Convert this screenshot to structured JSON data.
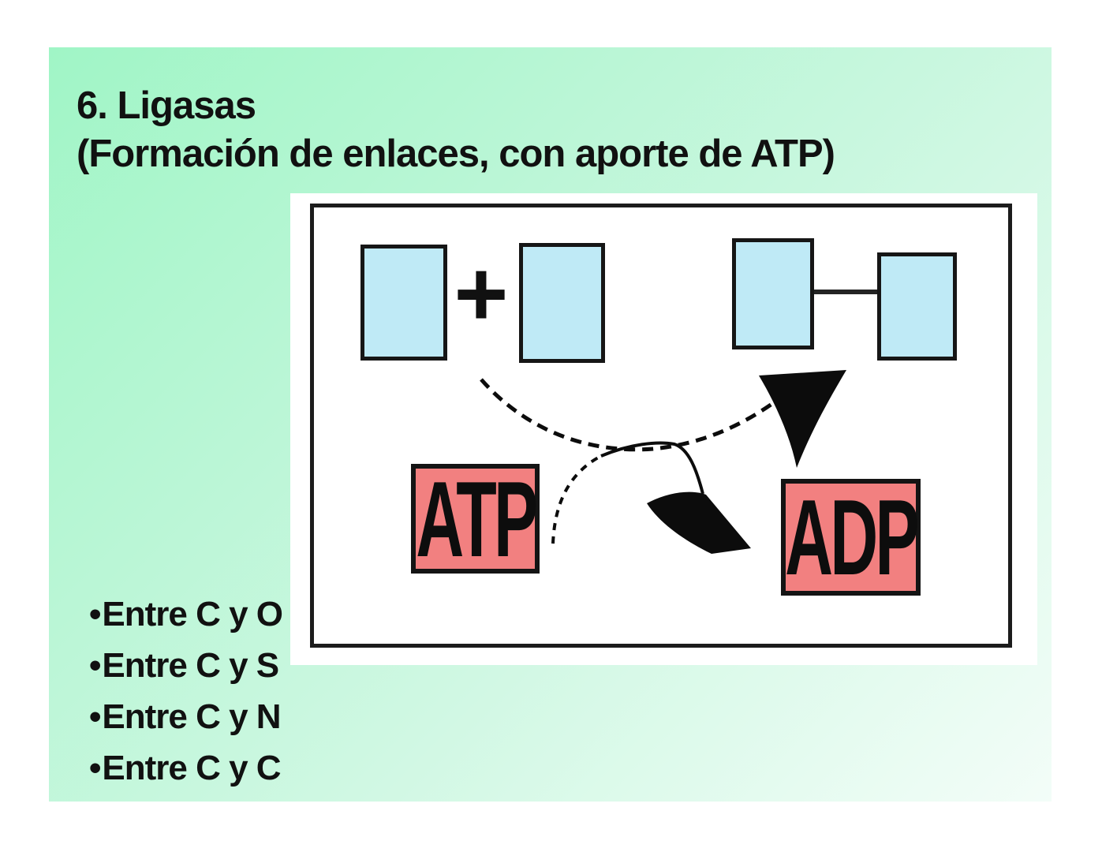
{
  "slide": {
    "title_line1": "6. Ligasas",
    "title_line2": "(Formación de enlaces, con aporte de ATP)",
    "bullets": [
      {
        "marker": "•",
        "label": "Entre C y O"
      },
      {
        "marker": "•",
        "label": "Entre C y S"
      },
      {
        "marker": "•",
        "label": "Entre C y N"
      },
      {
        "marker": "•",
        "label": "Entre C y C"
      }
    ]
  },
  "diagram": {
    "plus_sign": "+",
    "atp_label": "ATP",
    "adp_label": "ADP",
    "description": "Two substrate squares joined into a bonded product with ATP converted to ADP"
  },
  "colors": {
    "page_bg": "#ffffff",
    "slide_gradient_start": "#a0f5c6",
    "slide_gradient_mid": "#c9f7df",
    "slide_gradient_end": "#f3fdf8",
    "shape_blue": "#bfeaf6",
    "shape_red": "#f28080",
    "ink": "#111111"
  }
}
